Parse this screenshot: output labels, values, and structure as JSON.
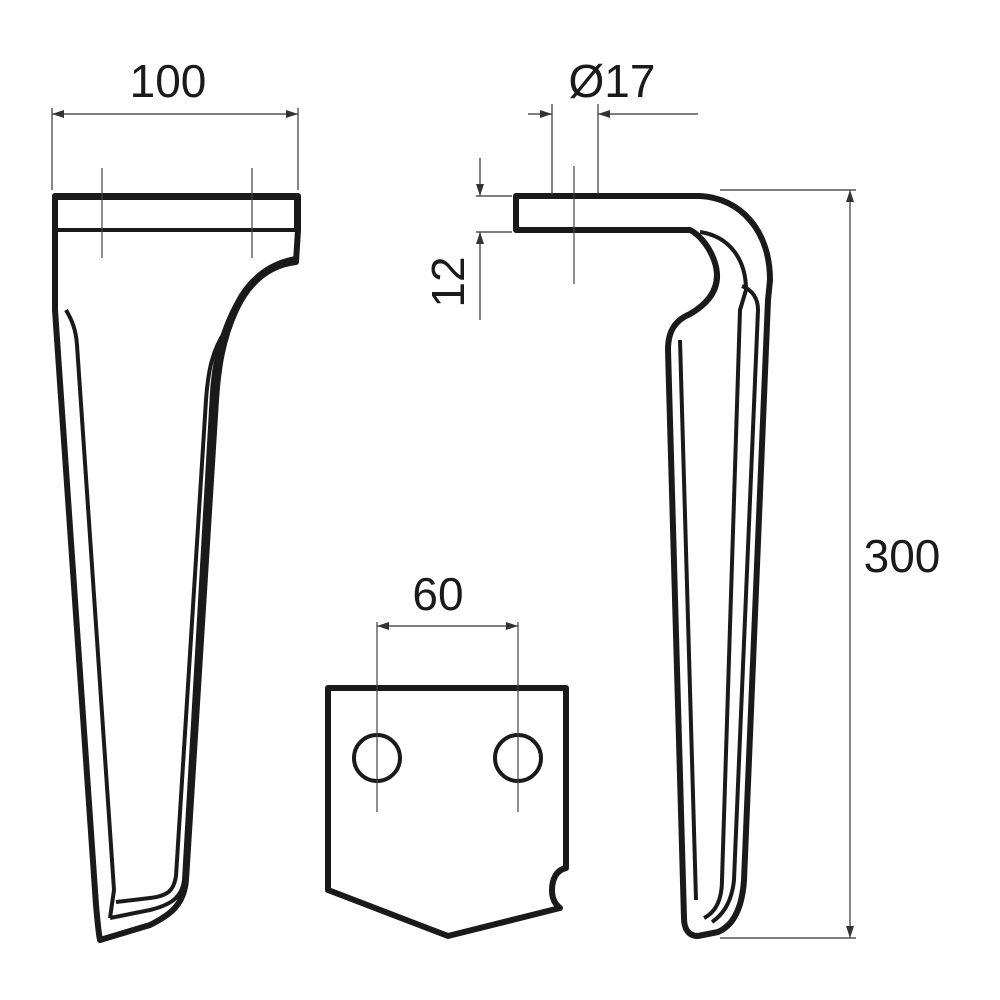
{
  "dimensions": {
    "width": "100",
    "hole_diameter": "Ø17",
    "thickness": "12",
    "length": "300",
    "hole_spacing": "60"
  },
  "colors": {
    "line": "#1a1a1a",
    "background": "#ffffff"
  }
}
